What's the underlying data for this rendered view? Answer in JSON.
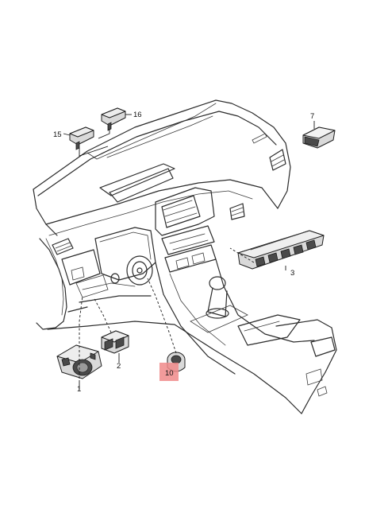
{
  "callouts": [
    {
      "id": "1",
      "label": "1"
    },
    {
      "id": "2",
      "label": "2"
    },
    {
      "id": "3",
      "label": "3"
    },
    {
      "id": "7",
      "label": "7"
    },
    {
      "id": "10",
      "label": "10"
    },
    {
      "id": "15",
      "label": "15"
    },
    {
      "id": "16",
      "label": "16"
    }
  ],
  "highlight_color": "#f08a8a"
}
